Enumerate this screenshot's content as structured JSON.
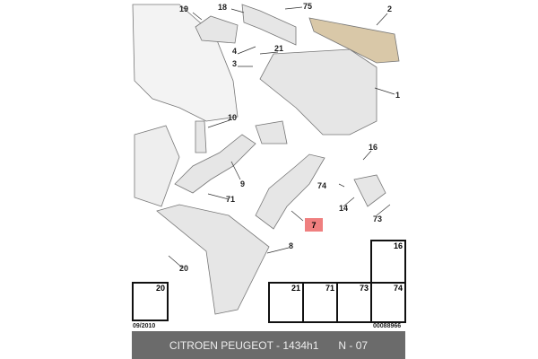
{
  "callouts": [
    "19",
    "18",
    "75",
    "2",
    "21",
    "4",
    "3",
    "1",
    "10",
    "16",
    "9",
    "71",
    "74",
    "14",
    "73",
    "8",
    "20"
  ],
  "highlighted": "7",
  "accent": "#ef7f7f",
  "detail_boxes": [
    {
      "label": "20"
    },
    {
      "label": "16"
    },
    {
      "label": "21"
    },
    {
      "label": "71"
    },
    {
      "label": "73"
    },
    {
      "label": "74"
    }
  ],
  "date": "09/2010",
  "ref": "00088966",
  "footer": {
    "title": "CITROEN PEUGEOT - 1434h1",
    "page": "N - 07"
  }
}
